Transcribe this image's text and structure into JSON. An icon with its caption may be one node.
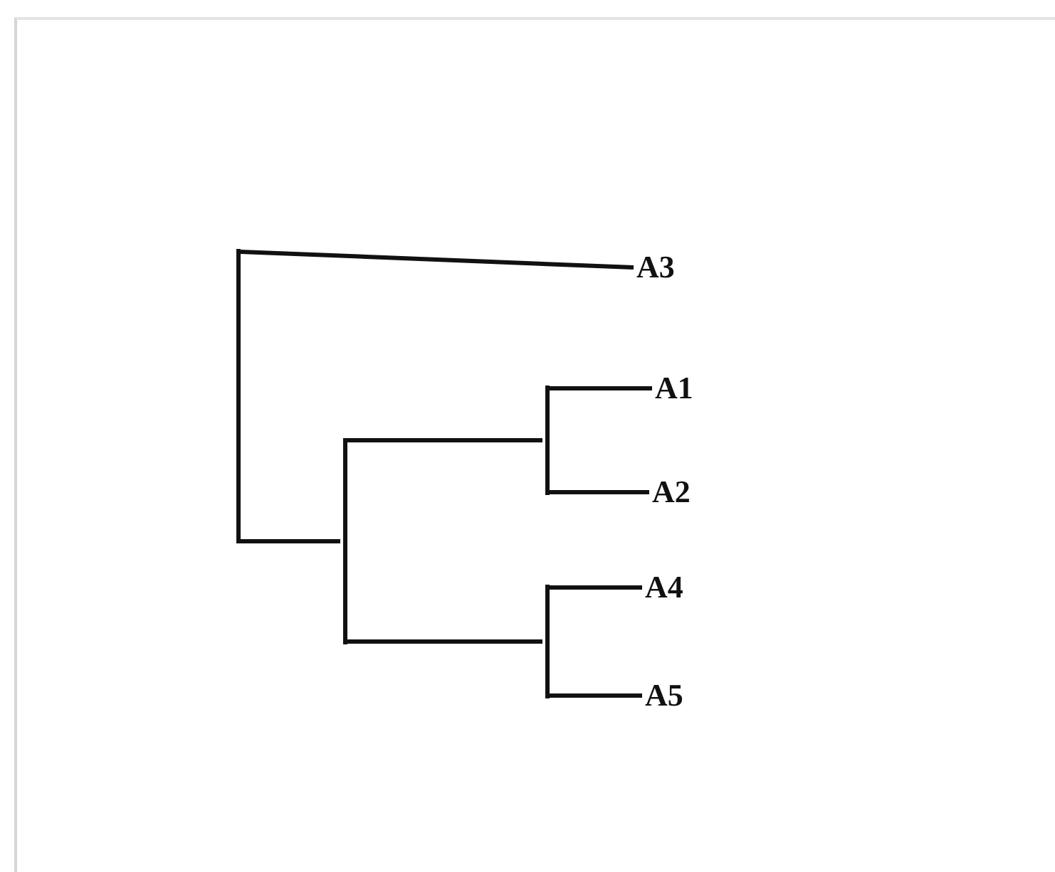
{
  "diagram": {
    "nodes": [
      {
        "text": [],
        "shape": "bar"
      },
      {
        "text": [
          "A3"
        ]
      },
      {
        "text": [],
        "shape": "bar"
      },
      {
        "text": [],
        "shape": "bar"
      },
      {
        "text": [
          "A1"
        ]
      },
      {
        "text": [
          "A2"
        ]
      },
      {
        "text": [],
        "shape": "bar"
      },
      {
        "text": [
          "A4"
        ]
      },
      {
        "text": [
          "A5"
        ]
      }
    ],
    "edges": [
      {
        "from": 0,
        "to": 1,
        "arrow": "none"
      },
      {
        "from": 0,
        "to": 2,
        "arrow": "none"
      },
      {
        "from": 2,
        "to": 3,
        "arrow": "none"
      },
      {
        "from": 3,
        "to": 4,
        "arrow": "none"
      },
      {
        "from": 3,
        "to": 5,
        "arrow": "none"
      },
      {
        "from": 2,
        "to": 6,
        "arrow": "none"
      },
      {
        "from": 6,
        "to": 7,
        "arrow": "none"
      },
      {
        "from": 6,
        "to": 8,
        "arrow": "none"
      }
    ]
  }
}
